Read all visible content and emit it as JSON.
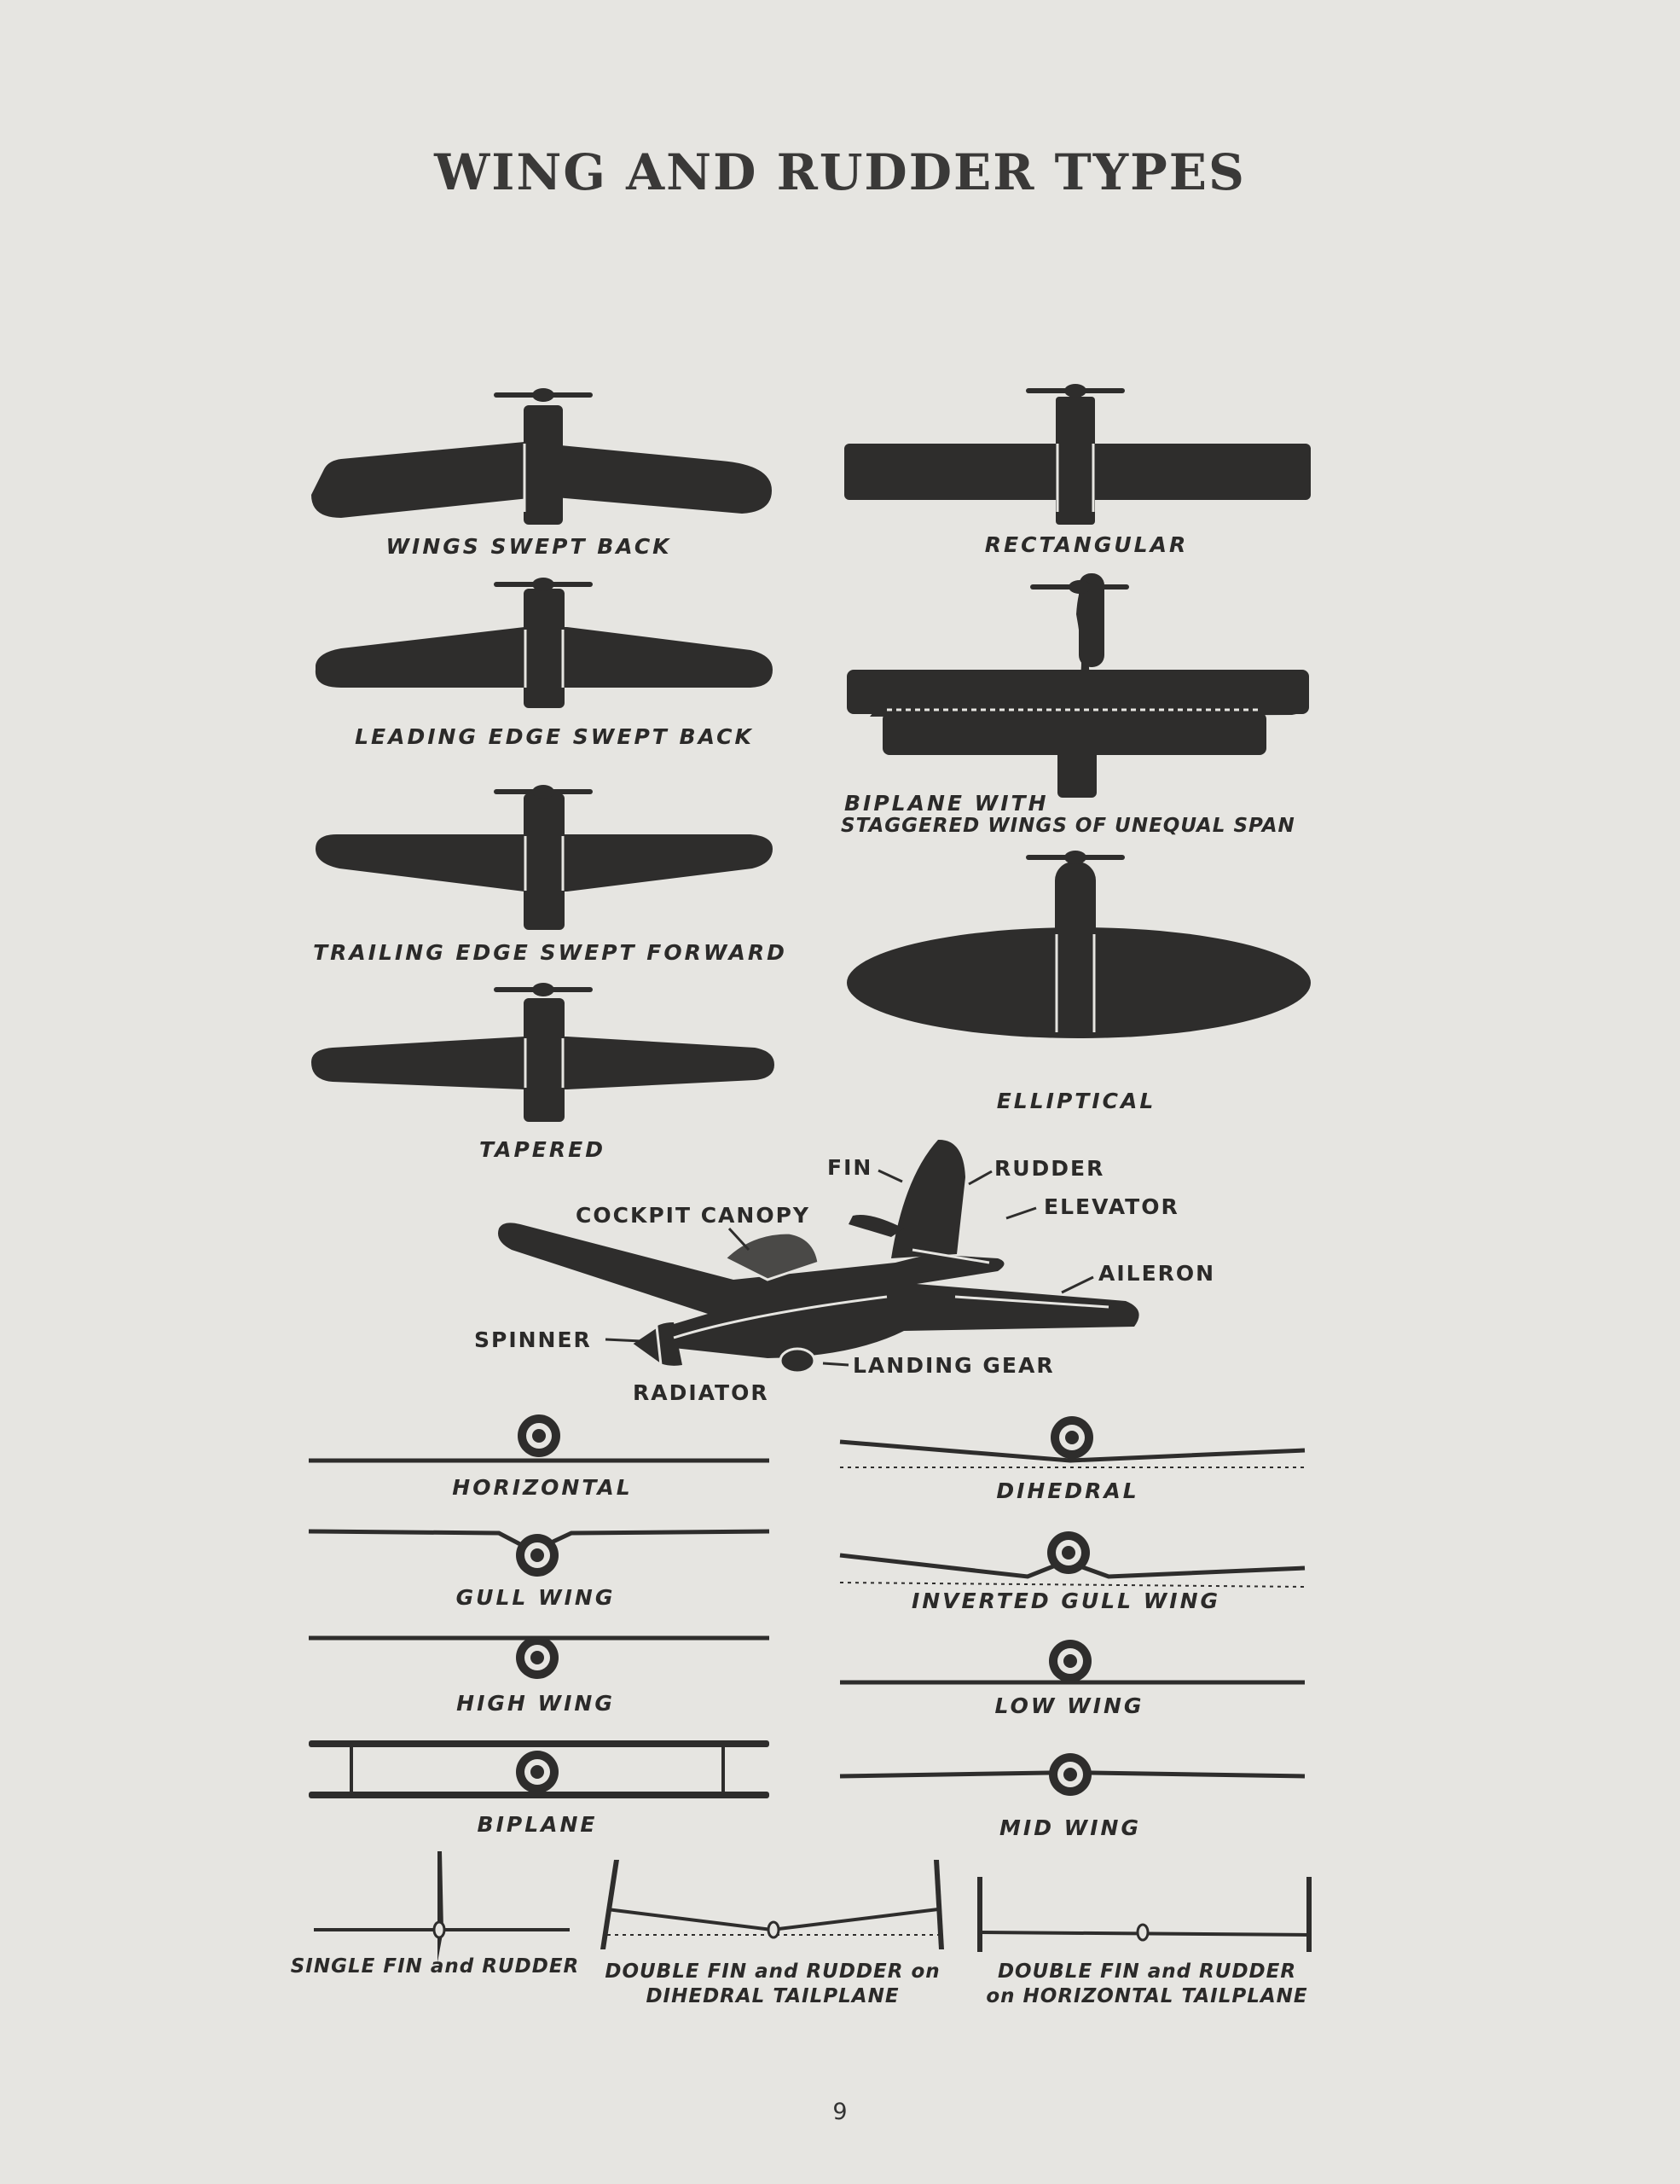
{
  "title": "WING AND RUDDER TYPES",
  "page_number": "9",
  "wing_shapes": {
    "wings_swept_back": "WINGS SWEPT BACK",
    "rectangular": "RECTANGULAR",
    "leading_edge_swept_back": "LEADING EDGE SWEPT BACK",
    "biplane_staggered_line1": "BIPLANE WITH",
    "biplane_staggered_line2": "STAGGERED WINGS OF UNEQUAL SPAN",
    "trailing_edge_swept_forward": "TRAILING EDGE SWEPT FORWARD",
    "elliptical": "ELLIPTICAL",
    "tapered": "TAPERED"
  },
  "aircraft_parts": {
    "fin": "FIN",
    "rudder": "RUDDER",
    "elevator": "ELEVATOR",
    "cockpit_canopy": "COCKPIT CANOPY",
    "aileron": "AILERON",
    "spinner": "SPINNER",
    "landing_gear": "LANDING GEAR",
    "radiator": "RADIATOR"
  },
  "wing_positions": {
    "horizontal": "HORIZONTAL",
    "dihedral": "DIHEDRAL",
    "gull_wing": "GULL WING",
    "inverted_gull_wing": "INVERTED GULL WING",
    "high_wing": "HIGH WING",
    "low_wing": "LOW WING",
    "biplane": "BIPLANE",
    "mid_wing": "MID WING"
  },
  "tail_types": {
    "single_fin": "SINGLE FIN and RUDDER",
    "double_dihedral_line1": "DOUBLE FIN and RUDDER on",
    "double_dihedral_line2": "DIHEDRAL TAILPLANE",
    "double_horizontal_line1": "DOUBLE FIN and RUDDER",
    "double_horizontal_line2": "on HORIZONTAL TAILPLANE"
  },
  "colors": {
    "ink": "#2e2d2c",
    "paper": "#e6e5e1"
  }
}
